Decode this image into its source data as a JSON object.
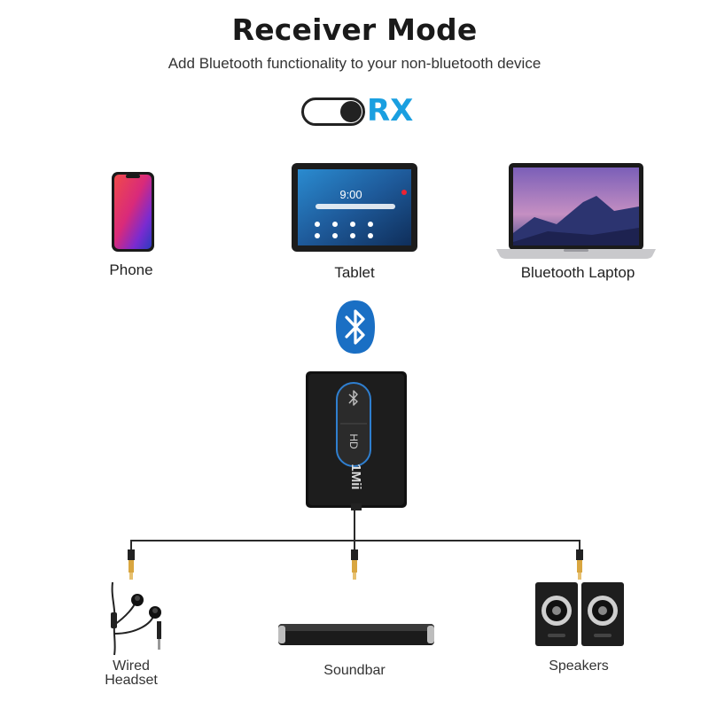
{
  "header": {
    "title": "Receiver Mode",
    "subtitle": "Add Bluetooth functionality to your non-bluetooth device"
  },
  "mode_toggle": {
    "label": "RX",
    "state": "on",
    "accent_color": "#1a9fe0"
  },
  "source_devices": [
    {
      "label": "Phone",
      "icon": "phone-icon"
    },
    {
      "label": "Tablet",
      "icon": "tablet-icon",
      "screen_time": "9:00"
    },
    {
      "label": "Bluetooth Laptop",
      "icon": "laptop-icon"
    }
  ],
  "bluetooth": {
    "icon": "bluetooth-icon",
    "color": "#1a6fc4"
  },
  "receiver": {
    "brand": "1Mii",
    "button_label": "HD",
    "icon": "receiver-device"
  },
  "output_devices": [
    {
      "label_line1": "Wired",
      "label_line2": "Headset",
      "icon": "headset-icon"
    },
    {
      "label_line1": "Soundbar",
      "label_line2": "",
      "icon": "soundbar-icon"
    },
    {
      "label_line1": "Speakers",
      "label_line2": "",
      "icon": "speakers-icon"
    }
  ]
}
